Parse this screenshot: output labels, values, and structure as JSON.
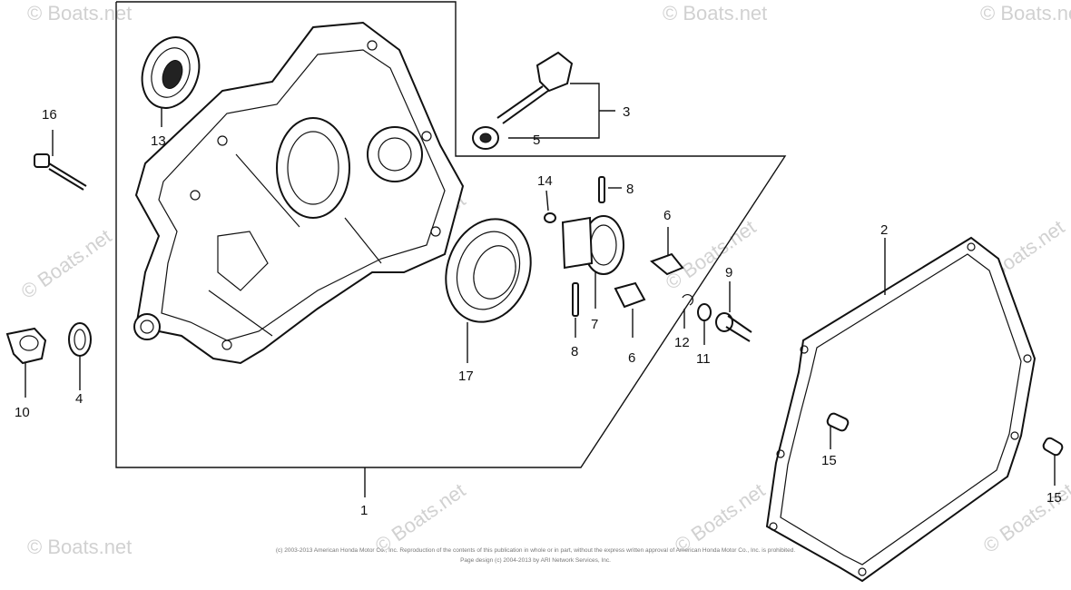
{
  "labels": {
    "p1": "1",
    "p2": "2",
    "p3": "3",
    "p4": "4",
    "p5": "5",
    "p6a": "6",
    "p6b": "6",
    "p7": "7",
    "p8a": "8",
    "p8b": "8",
    "p9": "9",
    "p10": "10",
    "p11": "11",
    "p12": "12",
    "p13": "13",
    "p14": "14",
    "p15a": "15",
    "p15b": "15",
    "p16": "16",
    "p17": "17"
  },
  "watermark": "© Boats.net",
  "footer": {
    "line1": "(c) 2003-2013 American Honda Motor Co., Inc. Reproduction of the contents of this publication in whole or in part, without the express written approval of American Honda Motor Co., Inc. is prohibited.",
    "line2": "Page design (c) 2004-2013 by ARI Network Services, Inc."
  },
  "colors": {
    "line": "#111111",
    "watermark": "#c9c9c9",
    "background": "#ffffff"
  }
}
